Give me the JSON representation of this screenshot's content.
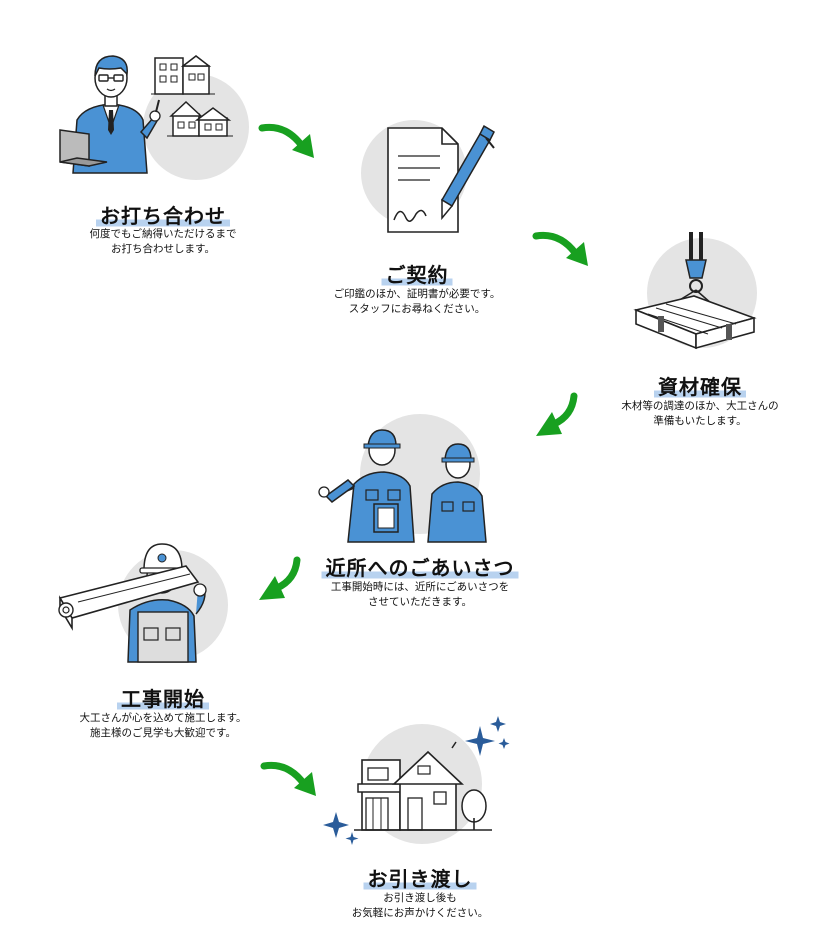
{
  "colors": {
    "accent_green": "#18a020",
    "worker_blue": "#4a92d4",
    "highlight": "#b8d2ef",
    "circle_gray": "#e4e4e4"
  },
  "steps": [
    {
      "title": "お打ち合わせ",
      "desc": [
        "何度でもご納得いただけるまで",
        "お打ち合わせします。"
      ],
      "icon": "consultation-illustration"
    },
    {
      "title": "ご契約",
      "desc": [
        "ご印鑑のほか、証明書が必要です。",
        "スタッフにお尋ねください。"
      ],
      "icon": "contract-pen-icon"
    },
    {
      "title": "資材確保",
      "desc": [
        "木材等の調達のほか、大工さんの",
        "準備もいたします。"
      ],
      "icon": "crane-lumber-icon"
    },
    {
      "title": "近所へのごあいさつ",
      "desc": [
        "工事開始時には、近所にごあいさつを",
        "させていただきます。"
      ],
      "icon": "greeting-workers-illustration"
    },
    {
      "title": "工事開始",
      "desc": [
        "大工さんが心を込めて施工します。",
        "施主様のご見学も大歓迎です。"
      ],
      "icon": "carpenter-illustration"
    },
    {
      "title": "お引き渡し",
      "desc": [
        "お引き渡し後も",
        "お気軽にお声かけください。"
      ],
      "icon": "house-icon"
    }
  ]
}
